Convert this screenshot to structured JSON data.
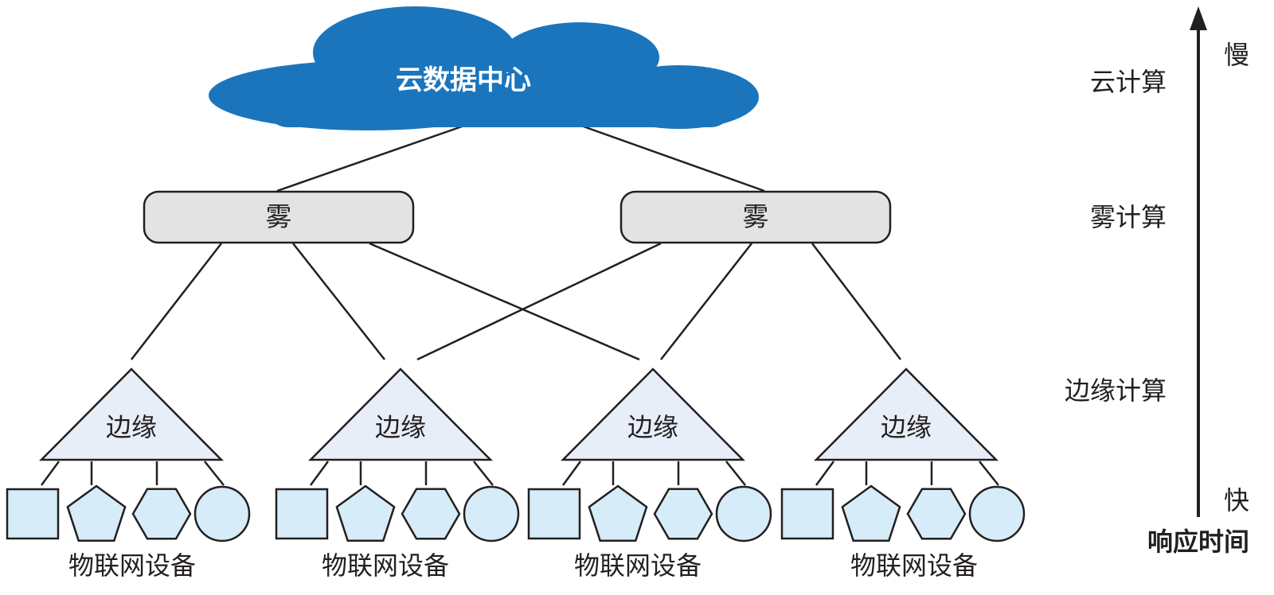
{
  "cloud": {
    "label": "云数据中心"
  },
  "fog_nodes": [
    {
      "label": "雾"
    },
    {
      "label": "雾"
    }
  ],
  "edge_nodes": [
    {
      "label": "边缘"
    },
    {
      "label": "边缘"
    },
    {
      "label": "边缘"
    },
    {
      "label": "边缘"
    }
  ],
  "device_groups": [
    {
      "label": "物联网设备"
    },
    {
      "label": "物联网设备"
    },
    {
      "label": "物联网设备"
    },
    {
      "label": "物联网设备"
    }
  ],
  "device_shapes": [
    "square",
    "pentagon",
    "hexagon",
    "circle"
  ],
  "tiers": {
    "cloud": "云计算",
    "fog": "雾计算",
    "edge": "边缘计算"
  },
  "axis": {
    "slow": "慢",
    "fast": "快",
    "title": "响应时间"
  },
  "colors": {
    "cloud_fill": "#1a75bc",
    "fog_fill": "#e3e3e3",
    "edge_fill": "#e8eef8",
    "device_fill": "#d6ecf8",
    "line": "#231f20"
  }
}
